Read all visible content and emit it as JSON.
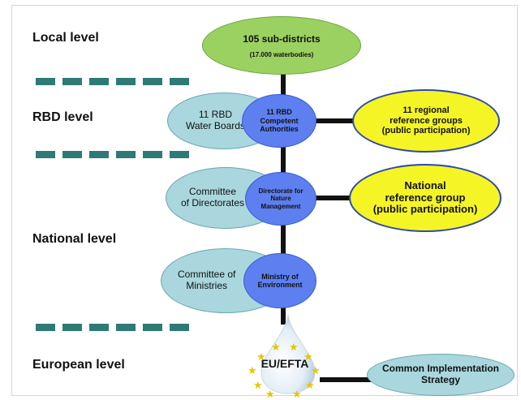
{
  "levels": {
    "local": "Local level",
    "rbd": "RBD level",
    "national": "National level",
    "european": "European level"
  },
  "local": {
    "subdistricts": "105 sub-districts",
    "waterbodies": "(17.000 waterbodies)"
  },
  "rbd": {
    "water_boards": "11 RBD\nWater Boards",
    "competent_authorities": "11 RBD\nCompetent\nAuthorities",
    "reference_groups": "11 regional\nreference groups\n(public participation)"
  },
  "national": {
    "committee_directorates": "Committee\nof Directorates",
    "directorate": "Directorate for\nNature\nManagement",
    "reference_group": "National\nreference group\n(public participation)",
    "committee_ministries": "Committee of\nMinistries",
    "ministry": "Ministry of\nEnvironment"
  },
  "european": {
    "eu_efta": "EU/EFTA",
    "cis": "Common Implementation\nStrategy"
  },
  "colors": {
    "green": "#9ad160",
    "light_blue": "#a9d7dd",
    "blue": "#5d7ff0",
    "yellow": "#f5f526",
    "dash": "#2e7a75"
  }
}
